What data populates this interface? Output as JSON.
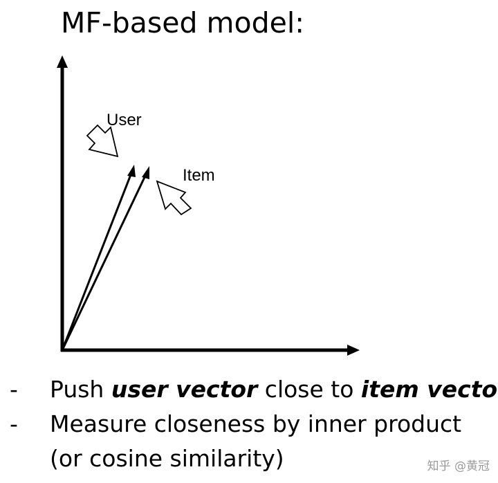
{
  "title": "MF-based model:",
  "labels": {
    "user": "User",
    "item": "Item"
  },
  "bullets": [
    {
      "dash": "-",
      "parts": [
        "Push ",
        "user vector",
        " close to ",
        "item vector"
      ]
    },
    {
      "dash": "-",
      "line1": "Measure closeness by inner product",
      "line2": "(or cosine similarity)"
    }
  ],
  "watermark": "知乎 @黄冠",
  "icons": {
    "user_pointer": "hollow-arrow-icon",
    "item_pointer": "hollow-arrow-icon"
  }
}
